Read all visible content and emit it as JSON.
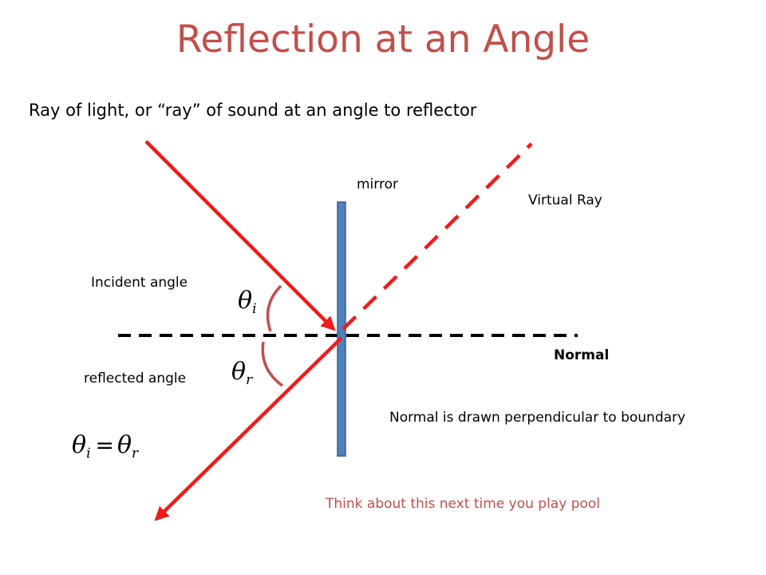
{
  "title": "Reflection at an Angle",
  "subtitle": "Ray of light, or “ray” of sound at an angle to reflector",
  "labels": {
    "mirror": "mirror",
    "virtual_ray": "Virtual Ray",
    "incident_angle": "Incident angle",
    "reflected_angle": "reflected angle",
    "normal": "Normal",
    "normal_note": "Normal is drawn perpendicular to boundary",
    "pool_note": "Think about this next time you play pool"
  },
  "symbols": {
    "theta": "θ",
    "sub_i": "i",
    "sub_r": "r",
    "equals": "="
  },
  "colors": {
    "title": "#c0504d",
    "ray": "#ee1c1c",
    "mirror_fill": "#4f81bd",
    "mirror_stroke": "#385d8a",
    "arc": "#c0504d",
    "pool_note": "#c0504d"
  }
}
